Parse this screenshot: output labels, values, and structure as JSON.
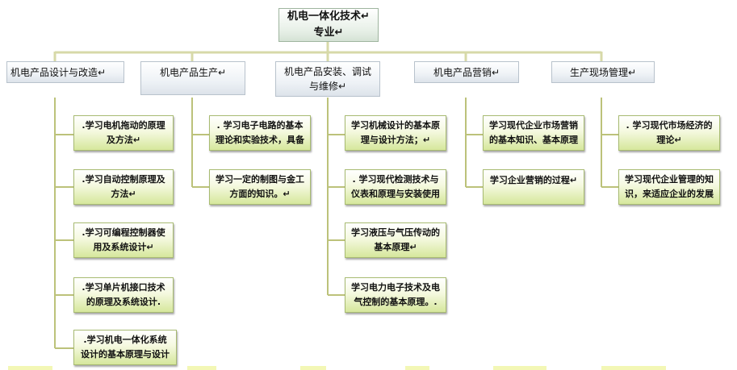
{
  "root": {
    "line1": "机电一体化技术↵",
    "line2": "专业↵"
  },
  "categories": [
    {
      "label": "机电产品设计与改造↵"
    },
    {
      "label": "机电产品生产↵"
    },
    {
      "label1": "机电产品安装、调试",
      "label2": "与维修↵"
    },
    {
      "label": "机电产品营销↵"
    },
    {
      "label": "生产现场管理↵"
    }
  ],
  "colors": {
    "connector": "#d7d9a8",
    "leaf_fill": "#d6e79c",
    "leaf_border": "#a8bb72"
  },
  "leaves": {
    "design": [
      {
        "l1": ".学习电机拖动的原理",
        "l2": "及方法↵"
      },
      {
        "l1": ".学习自动控制原理及",
        "l2": "方法↵"
      },
      {
        "l1": ".学习可编程控制器使",
        "l2": "用及系统设计↵"
      },
      {
        "l1": ".学习单片机接口技术",
        "l2": "的原理及系统设计."
      },
      {
        "l1": ".学习机电一体化系统",
        "l2": "设计的基本原理与设计"
      }
    ],
    "production": [
      {
        "l1": ". 学习电子电路的基本",
        "l2": "理论和实验技术，具备"
      },
      {
        "l1": "学习一定的制图与金工",
        "l2": "方面的知识。↵"
      }
    ],
    "install": [
      {
        "l1": "学习机械设计的基本原",
        "l2": "理与设计方法；↵"
      },
      {
        "l1": ". 学习现代检测技术与",
        "l2": "仪表和原理与安装使用"
      },
      {
        "l1": "学习液压与气压传动的",
        "l2": "基本原理↵"
      },
      {
        "l1": "学习电力电子技术及电",
        "l2": "气控制的基本原理。."
      }
    ],
    "marketing": [
      {
        "l1": "学习现代企业市场营销",
        "l2": "的基本知识、基本原理"
      },
      {
        "l1": "学习企业营销的过程↵",
        "l2": ""
      }
    ],
    "management": [
      {
        "l1": ". 学习现代市场经济的",
        "l2": "理论↵"
      },
      {
        "l1": "学习现代企业管理的知",
        "l2": "识，来适应企业的发展"
      }
    ]
  }
}
